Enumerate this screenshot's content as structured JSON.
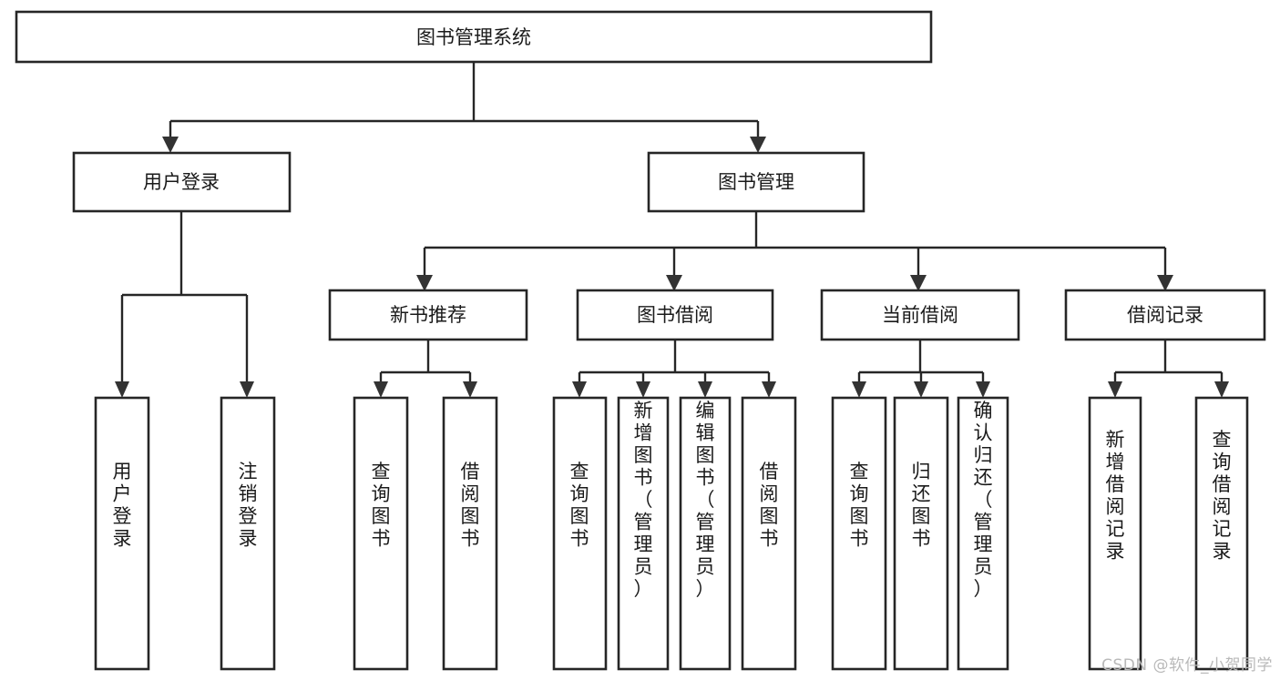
{
  "diagram": {
    "title": "图书管理系统",
    "type": "tree-hierarchy",
    "watermark": "CSDN @软件_小贺同学",
    "colors": {
      "box_stroke": "#262626",
      "box_fill": "#ffffff",
      "text": "#1a1a1a",
      "connector": "#262626",
      "watermark": "#b9b9b9",
      "background": "#ffffff"
    },
    "levels": {
      "root": {
        "label": "图书管理系统"
      },
      "level2": [
        {
          "label": "用户登录"
        },
        {
          "label": "图书管理"
        }
      ],
      "level3": [
        {
          "label": "新书推荐"
        },
        {
          "label": "图书借阅"
        },
        {
          "label": "当前借阅"
        },
        {
          "label": "借阅记录"
        }
      ],
      "leaves": [
        {
          "label": "用户登录",
          "parent": "用户登录"
        },
        {
          "label": "注销登录",
          "parent": "用户登录"
        },
        {
          "label": "查询图书",
          "parent": "新书推荐"
        },
        {
          "label": "借阅图书",
          "parent": "新书推荐"
        },
        {
          "label": "查询图书",
          "parent": "图书借阅"
        },
        {
          "label": "新增图书（管理员）",
          "parent": "图书借阅"
        },
        {
          "label": "编辑图书（管理员）",
          "parent": "图书借阅"
        },
        {
          "label": "借阅图书",
          "parent": "图书借阅"
        },
        {
          "label": "查询图书",
          "parent": "当前借阅"
        },
        {
          "label": "归还图书",
          "parent": "当前借阅"
        },
        {
          "label": "确认归还（管理员）",
          "parent": "当前借阅"
        },
        {
          "label": "新增借阅记录",
          "parent": "借阅记录"
        },
        {
          "label": "查询借阅记录",
          "parent": "借阅记录"
        }
      ]
    }
  }
}
